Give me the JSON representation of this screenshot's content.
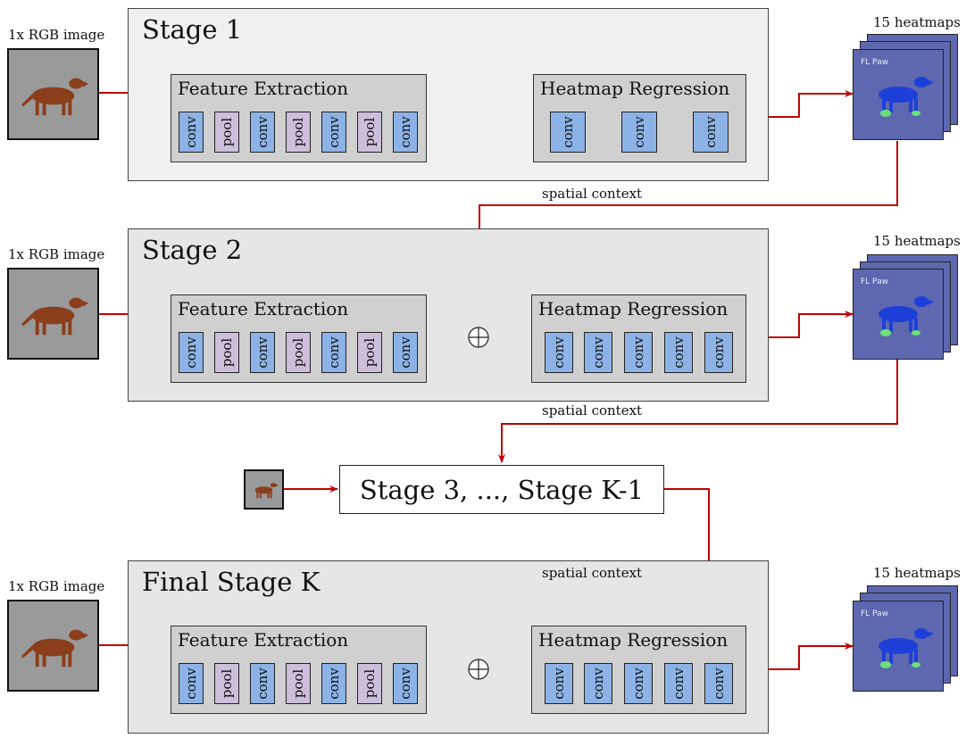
{
  "input_label": "1x RGB image",
  "heatmap_label": "15 heatmaps",
  "heatmap_inner_text": "FL Paw",
  "spatial_context_label": "spatial context",
  "feature_extraction_label": "Feature Extraction",
  "heatmap_regression_label": "Heatmap Regression",
  "block_labels": {
    "conv": "conv",
    "pool": "pool"
  },
  "stages": [
    {
      "title": "Stage 1",
      "feature_blocks": [
        "conv",
        "pool",
        "conv",
        "pool",
        "conv",
        "pool",
        "conv"
      ],
      "regression_blocks": [
        "conv",
        "conv",
        "conv"
      ]
    },
    {
      "title": "Stage 2",
      "feature_blocks": [
        "conv",
        "pool",
        "conv",
        "pool",
        "conv",
        "pool",
        "conv"
      ],
      "regression_blocks": [
        "conv",
        "conv",
        "conv",
        "conv",
        "conv"
      ]
    },
    {
      "title": "Final Stage K",
      "feature_blocks": [
        "conv",
        "pool",
        "conv",
        "pool",
        "conv",
        "pool",
        "conv"
      ],
      "regression_blocks": [
        "conv",
        "conv",
        "conv",
        "conv",
        "conv"
      ]
    }
  ],
  "middle_stage_label": "Stage 3, ..., Stage K-1",
  "colors": {
    "arrow": "#c00000",
    "conv": "#8db3e6",
    "pool": "#cdbfdc",
    "stage1_bg": "#f0f0f0",
    "stage_bg": "#e6e6e6",
    "sub_bg": "#d0d0d0",
    "heatmap_bg": "#5d68b0"
  }
}
